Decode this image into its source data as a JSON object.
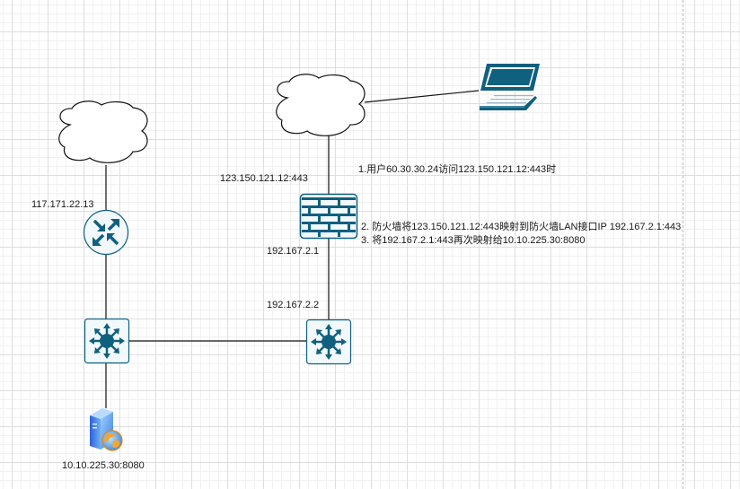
{
  "diagram": {
    "colors": {
      "icon_primary": "#10607f",
      "icon_fill": "#f2f9fc",
      "line": "#111111"
    },
    "nodes": {
      "cloud_left": {
        "icon": "cloud-icon"
      },
      "cloud_top": {
        "icon": "cloud-icon"
      },
      "laptop": {
        "icon": "laptop-icon"
      },
      "router": {
        "icon": "router-icon",
        "label": "117.171.22.13"
      },
      "firewall": {
        "icon": "firewall-icon",
        "wan_label": "123.150.121.12:443",
        "lan_label": "192.167.2.1"
      },
      "switch_left": {
        "icon": "switch-icon"
      },
      "switch_right": {
        "icon": "switch-icon",
        "label": "192.167.2.2"
      },
      "server": {
        "icon": "web-server-icon",
        "label": "10.10.225.30:8080"
      }
    },
    "notes": {
      "step1": "1.用户60.30.30.24访问123.150.121.12:443时",
      "step2": "2. 防火墙将123.150.121.12:443映射到防火墙LAN接口IP 192.167.2.1:443",
      "step3": "3. 将192.167.2.1:443再次映射给10.10.225.30:8080"
    }
  }
}
